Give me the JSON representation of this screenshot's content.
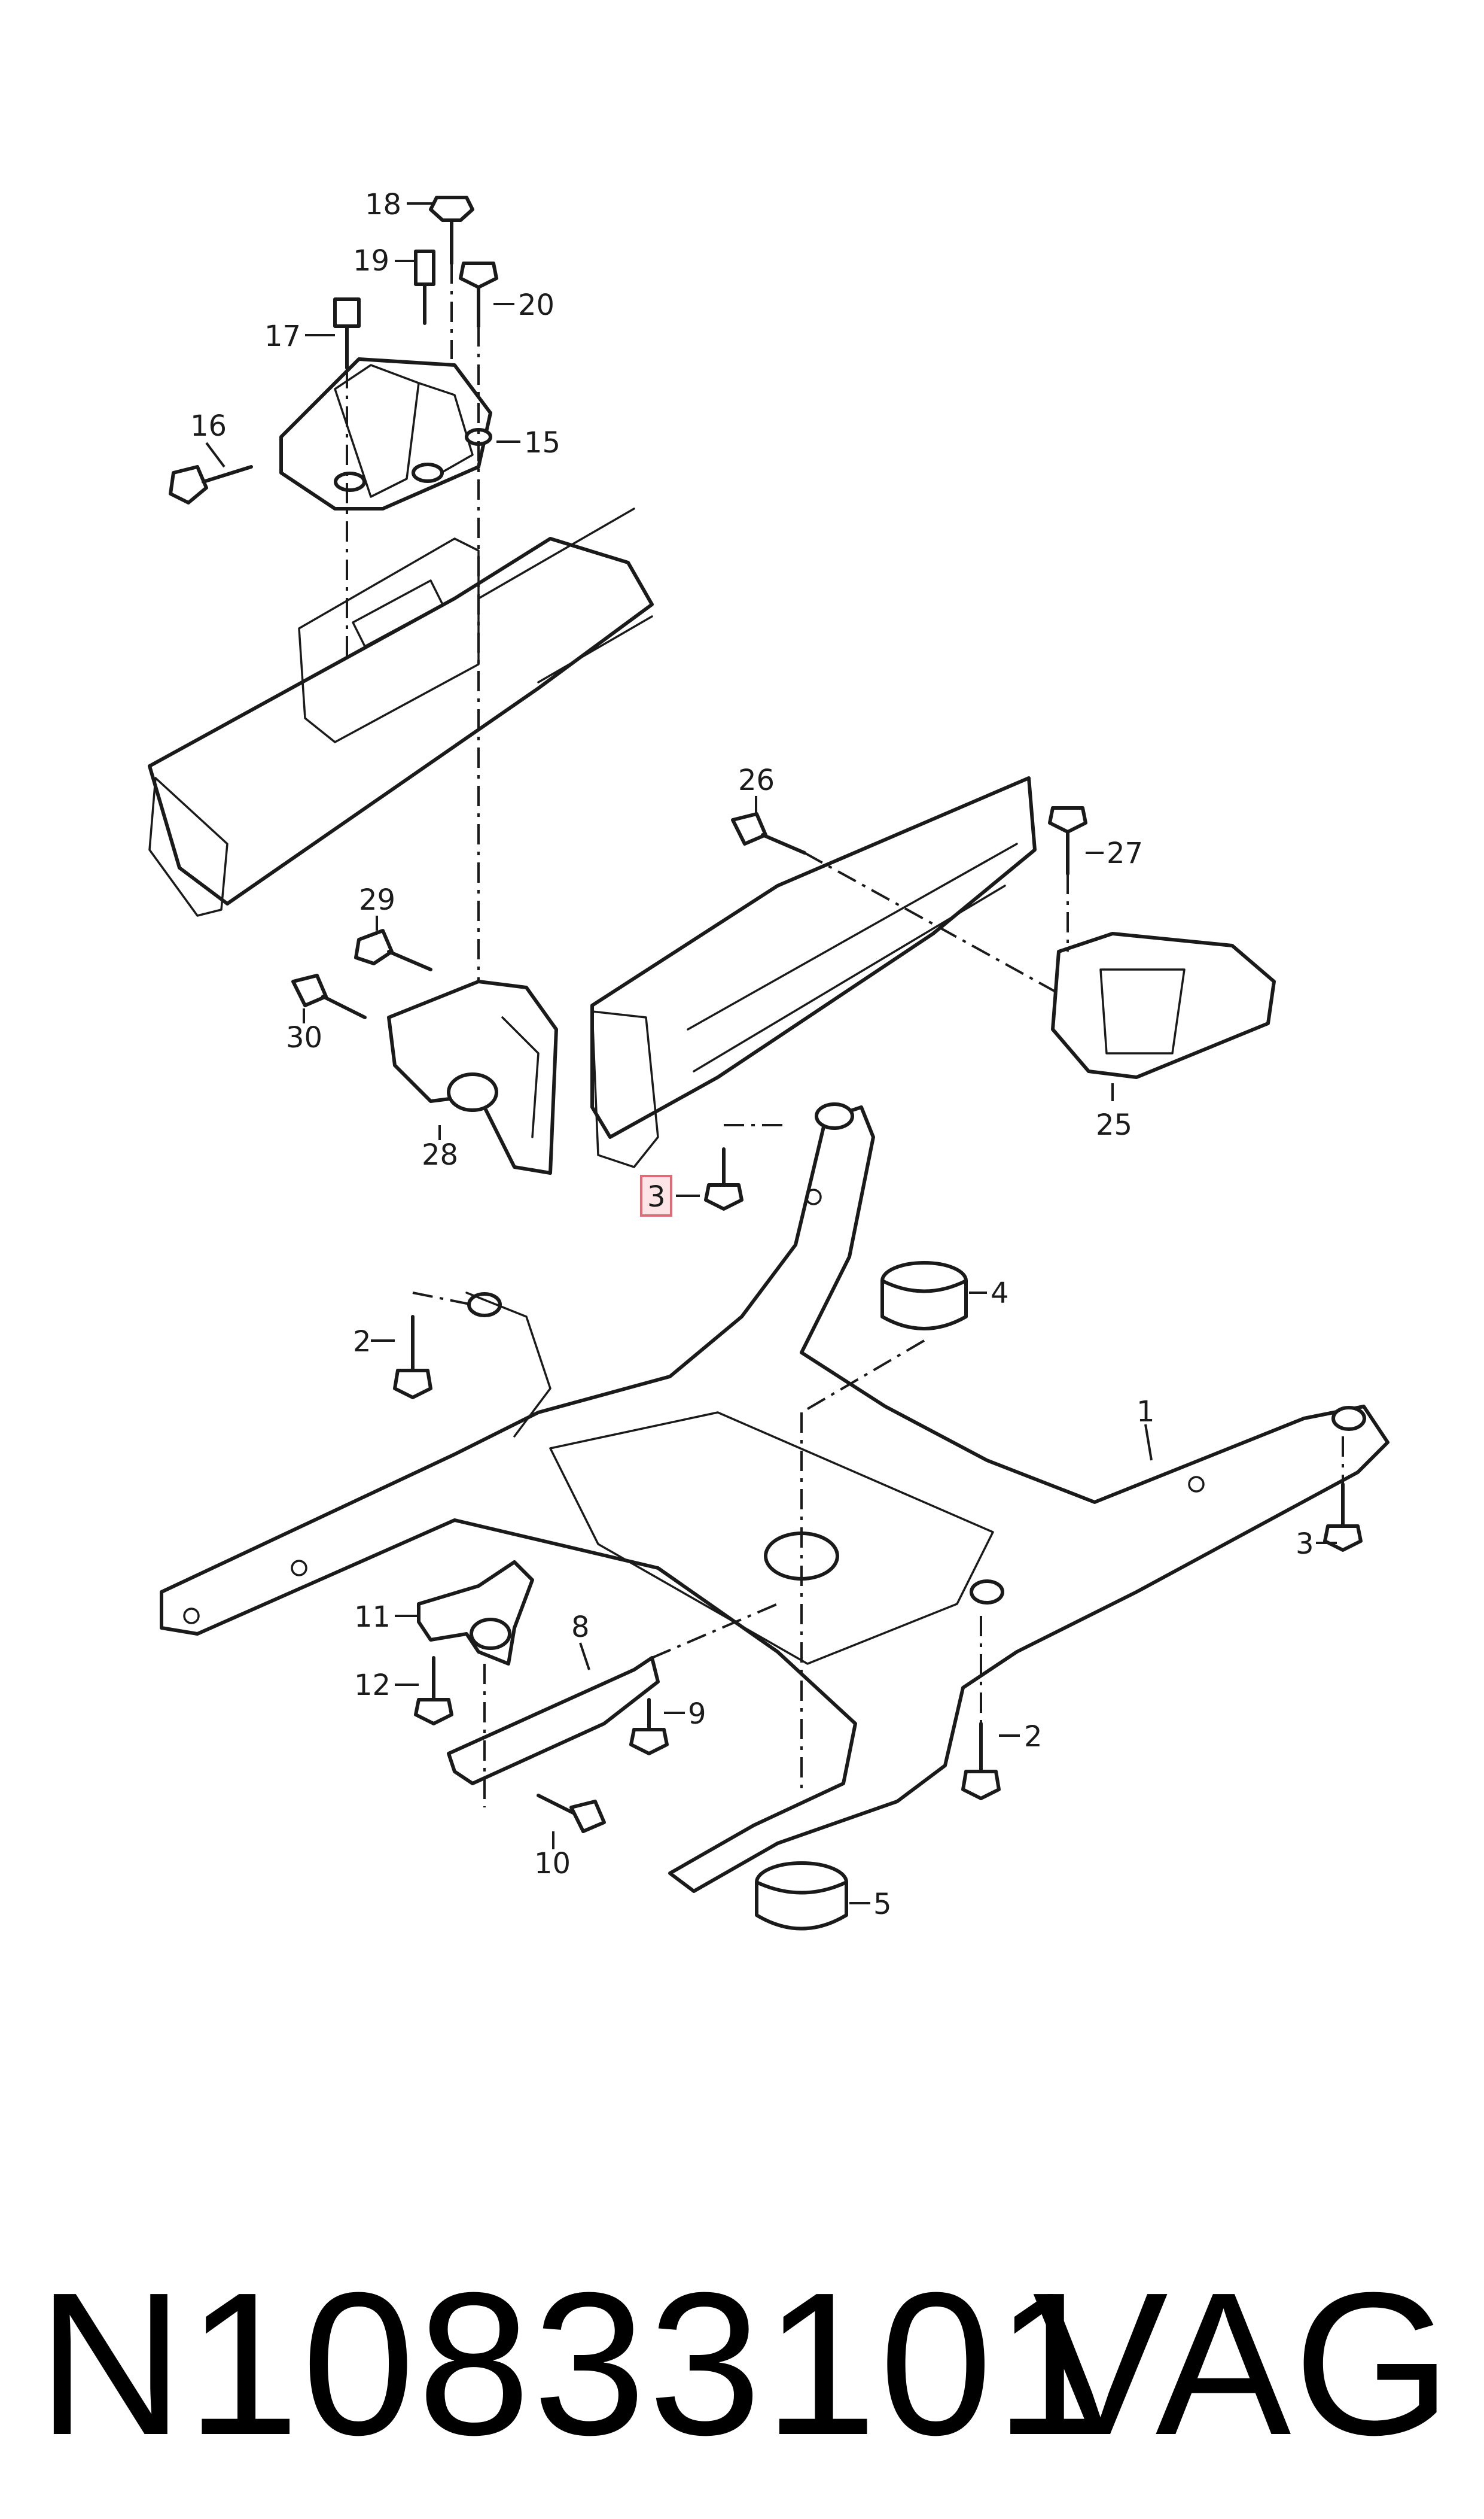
{
  "callouts": {
    "c1": "1",
    "c2a": "2",
    "c2b": "2",
    "c3a": "3",
    "c3b": "3",
    "c4": "4",
    "c5": "5",
    "c8": "8",
    "c9": "9",
    "c10": "10",
    "c11": "11",
    "c12": "12",
    "c15": "15",
    "c16": "16",
    "c17": "17",
    "c18": "18",
    "c19": "19",
    "c20": "20",
    "c25": "25",
    "c26": "26",
    "c27": "27",
    "c28": "28",
    "c29": "29",
    "c30": "30"
  },
  "highlighted_callout": "3",
  "highlight_color": "#fde4e6",
  "highlight_border_color": "#e06a76",
  "footer": {
    "part_number": "N10833101",
    "brand": "VAG"
  }
}
